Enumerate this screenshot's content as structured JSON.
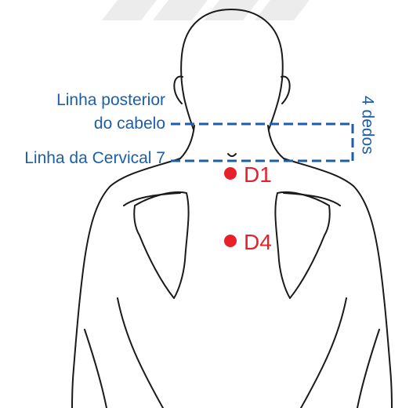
{
  "labels": {
    "hairline_line1": "Linha posterior",
    "hairline_line2": "do cabelo",
    "cervical": "Linha da Cervical 7",
    "distance": "4 dedos"
  },
  "points": [
    {
      "id": "d1",
      "label": "D1"
    },
    {
      "id": "d4",
      "label": "D4"
    }
  ],
  "colors": {
    "label_text": "#1b5faa",
    "dashed_line": "#1b5faa",
    "point": "#e8202a",
    "outline": "#1a1a1a",
    "watermark": "#ececec"
  }
}
